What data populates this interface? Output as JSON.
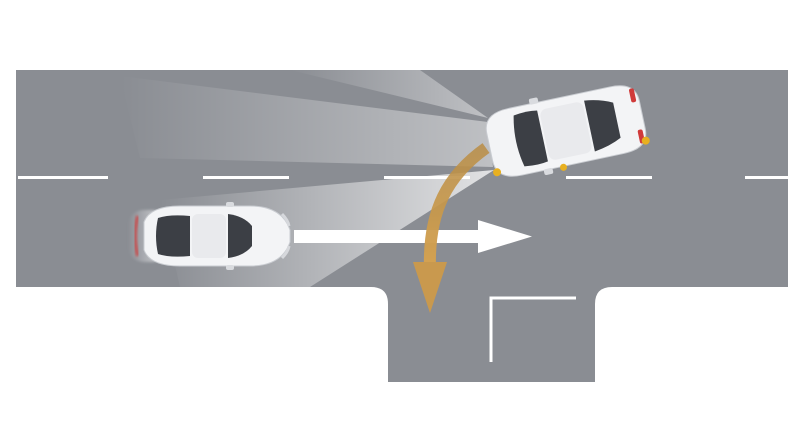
{
  "scene": {
    "background_color": "#ffffff",
    "road_color": "#8a8d93",
    "lane_marking_color": "#ffffff",
    "headlight_beam_color": "#eef0f3",
    "straight_arrow_color": "#ffffff",
    "turn_arrow_color": "#c9994e",
    "car_body_color": "#f3f4f6",
    "car_glass_color": "#3c3f45",
    "indicator_light_color": "#e8b020",
    "tail_light_color": "#d03a3a"
  },
  "vehicles": [
    {
      "id": "oncoming-car",
      "label": "",
      "motion": "straight"
    },
    {
      "id": "turning-car",
      "label": "",
      "motion": "left-turn"
    }
  ]
}
